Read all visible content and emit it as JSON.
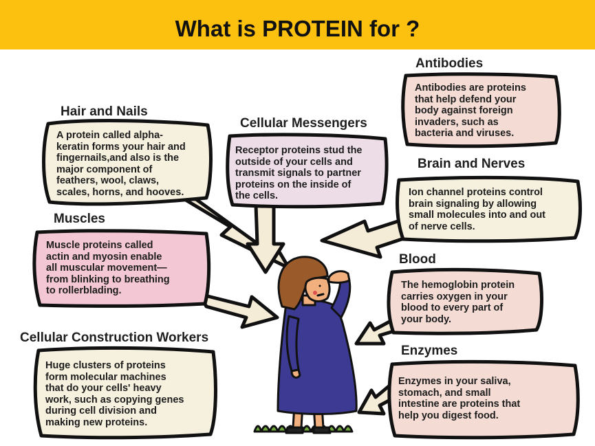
{
  "title": "What is PROTEIN for ?",
  "colors": {
    "banner": "#fcc10f",
    "box_cream": "#f6f0de",
    "box_pink": "#f3c8d4",
    "box_peach": "#f4dcd4",
    "box_lavender": "#ecdde6",
    "arrow_fill": "#f5ecd8",
    "outline": "#111111",
    "dress": "#3c3a92",
    "hair": "#9a5a2a",
    "skin": "#f2b07e",
    "grass": "#6ea83a"
  },
  "boxes": {
    "hair_nails": {
      "heading": "Hair and Nails",
      "lines": [
        "A protein called alpha-",
        "keratin forms your hair and",
        "fingernails,and also is the",
        "major component of",
        "feathers, wool, claws,",
        "scales, horns, and hooves."
      ]
    },
    "cellular_messengers": {
      "heading": "Cellular Messengers",
      "lines": [
        "Receptor proteins stud the",
        "outside of your cells and",
        "transmit signals to partner",
        "proteins on the inside of",
        "the cells."
      ]
    },
    "antibodies": {
      "heading": "Antibodies",
      "lines": [
        "Antibodies are proteins",
        "that help defend your",
        "body against foreign",
        "invaders, such as",
        "bacteria and viruses."
      ]
    },
    "brain_nerves": {
      "heading": "Brain and Nerves",
      "lines": [
        "Ion channel proteins control",
        "brain signaling by allowing",
        "small molecules into and out",
        "of nerve cells."
      ]
    },
    "muscles": {
      "heading": "Muscles",
      "lines": [
        "Muscle proteins called",
        "actin and myosin enable",
        "all muscular movement—",
        "from blinking to breathing",
        "to rollerblading."
      ]
    },
    "blood": {
      "heading": "Blood",
      "lines": [
        "The hemoglobin protein",
        "carries oxygen in your",
        "blood to every part of",
        "your body."
      ]
    },
    "construction": {
      "heading": "Cellular Construction Workers",
      "lines": [
        "Huge clusters of proteins",
        "form molecular machines",
        "that do your cells' heavy",
        "work, such as copying genes",
        "during cell division and",
        "making new proteins."
      ]
    },
    "enzymes": {
      "heading": "Enzymes",
      "lines": [
        "Enzymes in your saliva,",
        "stomach, and small",
        "intestine are proteins that",
        "help you  digest food."
      ]
    }
  }
}
